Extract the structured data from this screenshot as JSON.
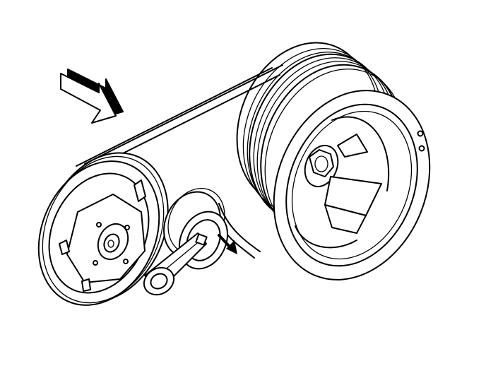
{
  "diagram": {
    "components": [
      {
        "name": "crankshaft-pulley",
        "grooves": 6
      },
      {
        "name": "ac-compressor-pulley"
      },
      {
        "name": "belt-tensioner"
      },
      {
        "name": "drive-belt"
      }
    ],
    "arrows": [
      {
        "name": "view-direction-arrow",
        "color": "#000000"
      },
      {
        "name": "tensioner-rotation-arrow",
        "color": "#000000"
      }
    ]
  }
}
